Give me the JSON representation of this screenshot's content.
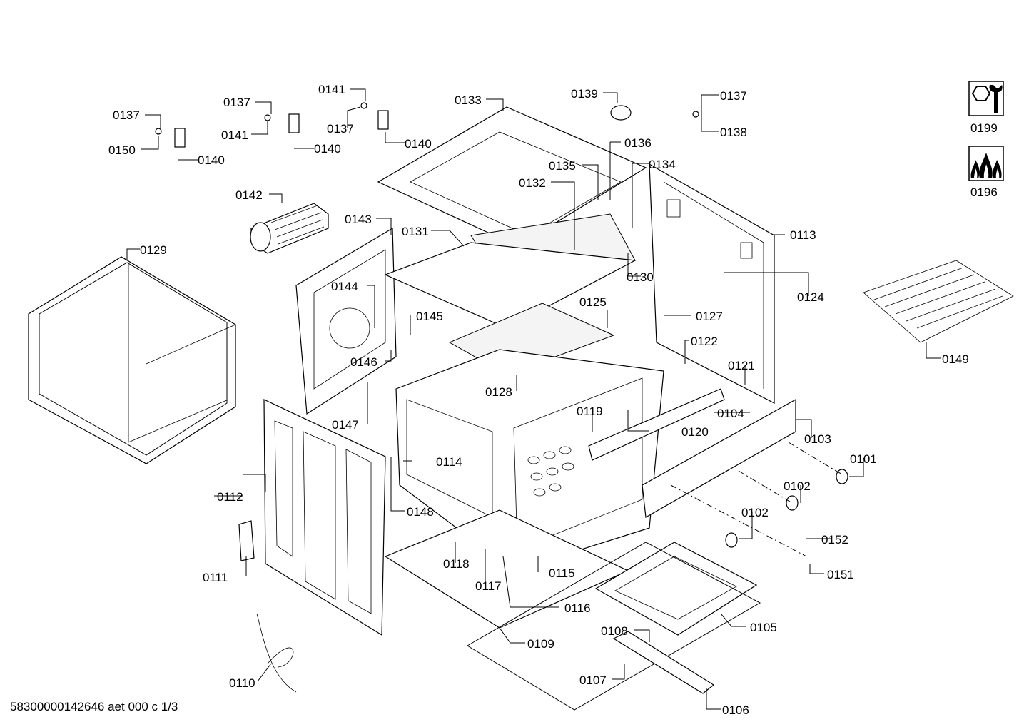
{
  "labels": {
    "l0101": "0101",
    "l0102a": "0102",
    "l0102b": "0102",
    "l0103": "0103",
    "l0104": "0104",
    "l0105": "0105",
    "l0106": "0106",
    "l0107": "0107",
    "l0108": "0108",
    "l0109": "0109",
    "l0110": "0110",
    "l0111": "0111",
    "l0112": "0112",
    "l0113": "0113",
    "l0114": "0114",
    "l0115": "0115",
    "l0116": "0116",
    "l0117": "0117",
    "l0118": "0118",
    "l0119": "0119",
    "l0120": "0120",
    "l0121": "0121",
    "l0122": "0122",
    "l0124": "0124",
    "l0125": "0125",
    "l0127": "0127",
    "l0128": "0128",
    "l0129": "0129",
    "l0130": "0130",
    "l0131": "0131",
    "l0132": "0132",
    "l0133": "0133",
    "l0134": "0134",
    "l0135": "0135",
    "l0136": "0136",
    "l0137a": "0137",
    "l0137b": "0137",
    "l0137c": "0137",
    "l0137d": "0137",
    "l0138": "0138",
    "l0139": "0139",
    "l0140a": "0140",
    "l0140b": "0140",
    "l0140c": "0140",
    "l0141a": "0141",
    "l0141b": "0141",
    "l0142": "0142",
    "l0143": "0143",
    "l0144": "0144",
    "l0145": "0145",
    "l0146": "0146",
    "l0147": "0147",
    "l0148": "0148",
    "l0149": "0149",
    "l0150": "0150",
    "l0151": "0151",
    "l0152": "0152"
  },
  "icons": {
    "tool": {
      "label": "0199",
      "icon": "wrench-screw-icon"
    },
    "gas": {
      "label": "0196",
      "icon": "gas-flame-icon"
    }
  },
  "footer": "58300000142646 aet 000 c 1/3"
}
